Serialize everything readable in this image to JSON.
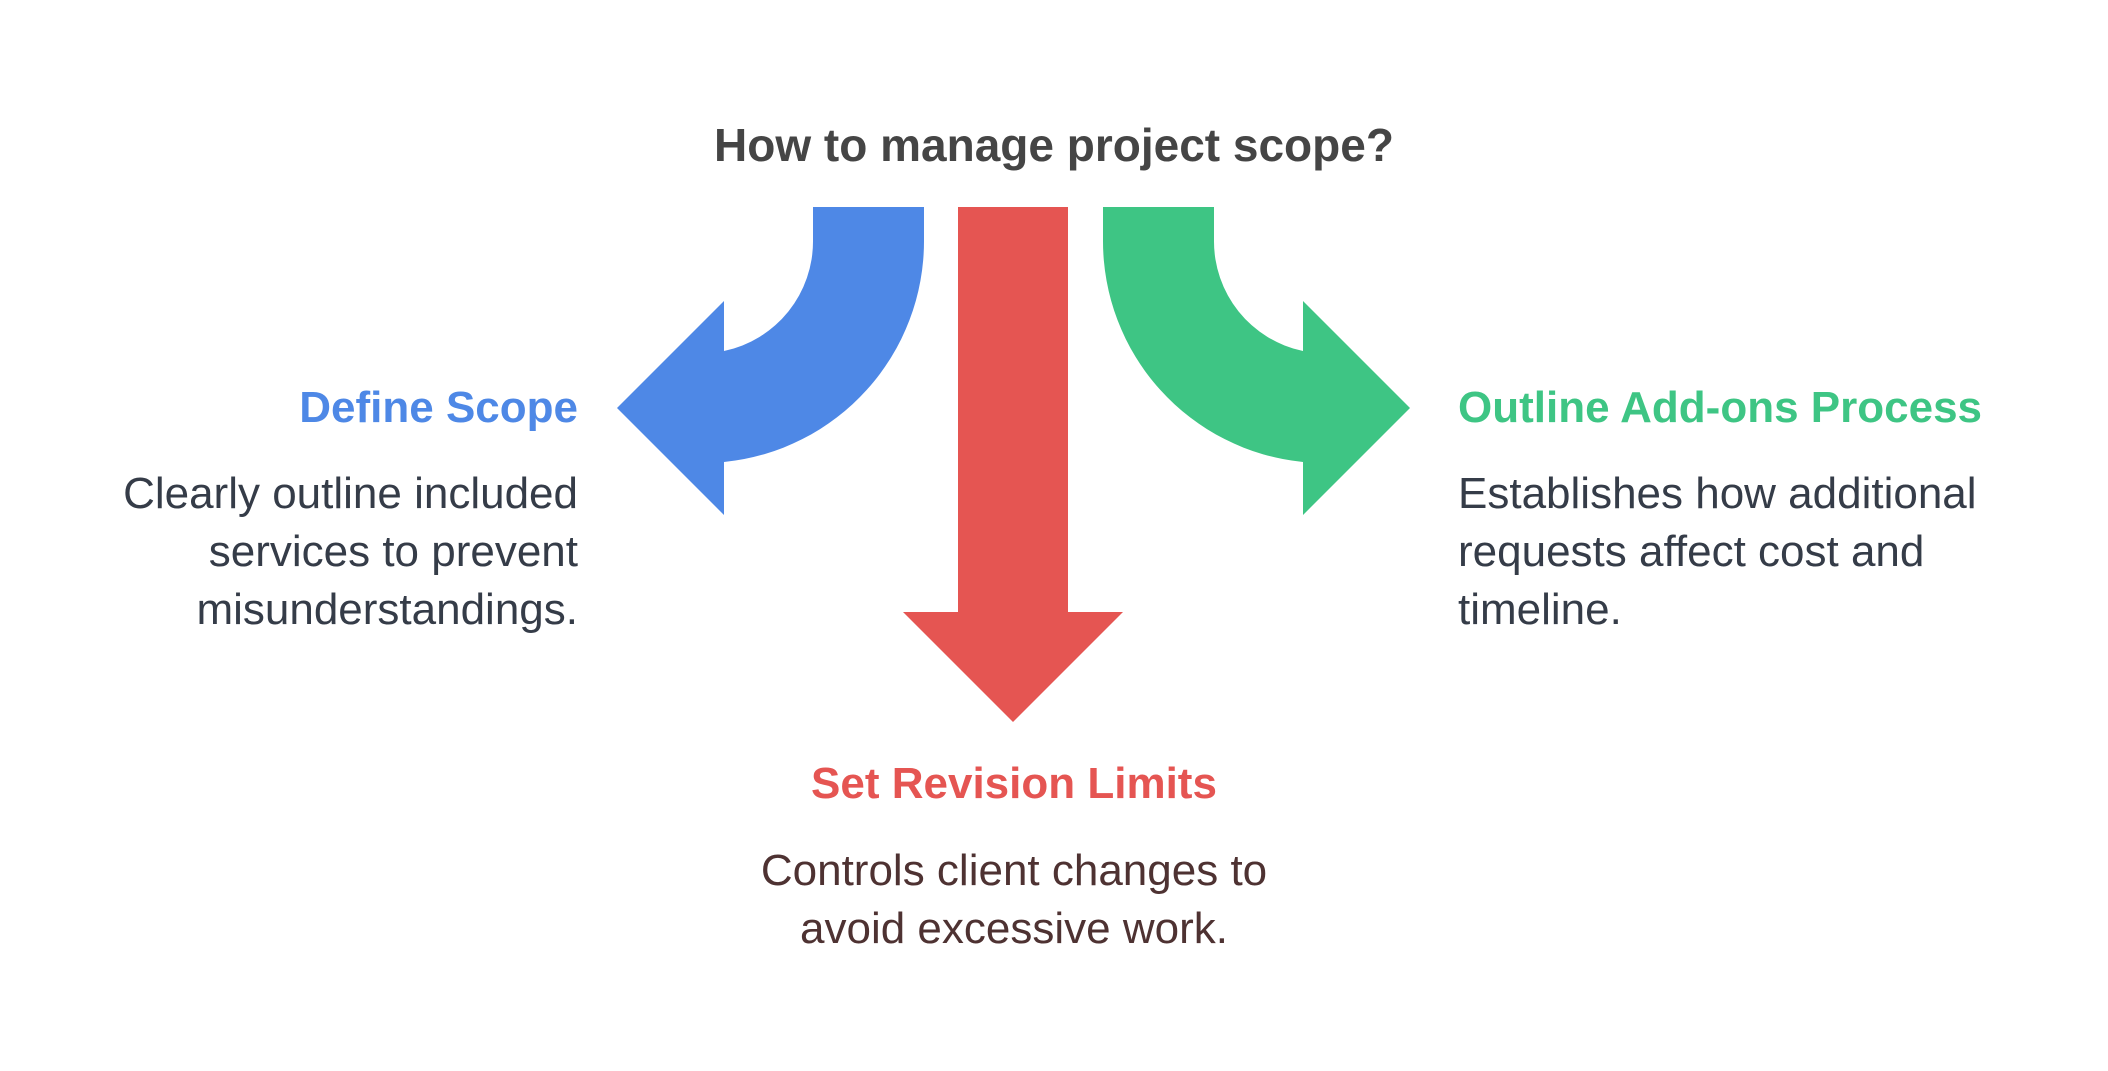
{
  "title": "How to manage project scope?",
  "colors": {
    "title": "#454545",
    "left": "#4e88e6",
    "center": "#e55552",
    "right": "#3ec584"
  },
  "branches": {
    "left": {
      "title": "Define Scope",
      "lines": [
        "Clearly outline included",
        "services to prevent",
        "misunderstandings."
      ]
    },
    "center": {
      "title": "Set Revision Limits",
      "lines": [
        "Controls client changes to",
        "avoid excessive work."
      ]
    },
    "right": {
      "title": "Outline Add-ons Process",
      "lines": [
        "Establishes how additional",
        "requests affect cost and",
        "timeline."
      ]
    }
  }
}
